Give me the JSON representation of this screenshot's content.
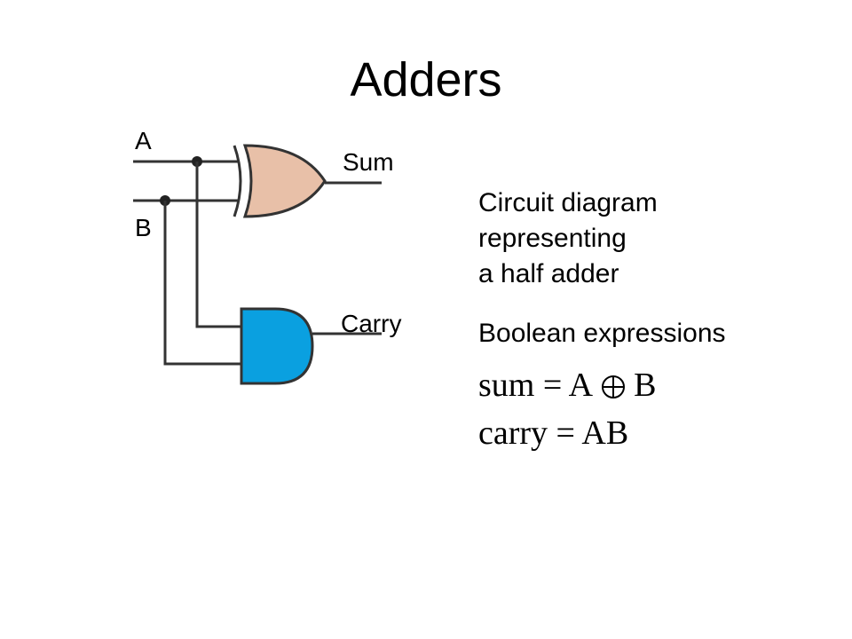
{
  "slide": {
    "title": "Adders"
  },
  "circuit": {
    "input_a_label": "A",
    "input_b_label": "B",
    "output_sum_label": "Sum",
    "output_carry_label": "Carry",
    "xor_gate_color": "#e8c0a8",
    "and_gate_color": "#0aa0e0"
  },
  "description": {
    "lines": [
      "Circuit diagram",
      "representing",
      "a half adder"
    ]
  },
  "boolean": {
    "heading": "Boolean expressions",
    "sum_lhs": "sum = A",
    "sum_rhs": "B",
    "carry": "carry = AB"
  }
}
